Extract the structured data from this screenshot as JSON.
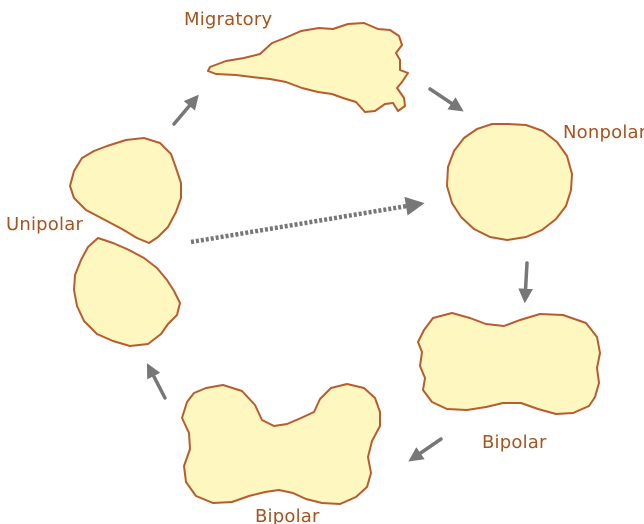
{
  "colors": {
    "cell_fill": "#FFF7C0",
    "cell_stroke": "#B85C2E",
    "label_text": "#A8521E",
    "arrow": "#777777"
  },
  "labels": {
    "migratory": "Migratory",
    "nonpolar": "Nonpolar",
    "bipolar_right": "Bipolar",
    "bipolar_bottom": "Bipolar",
    "unipolar": "Unipolar"
  }
}
